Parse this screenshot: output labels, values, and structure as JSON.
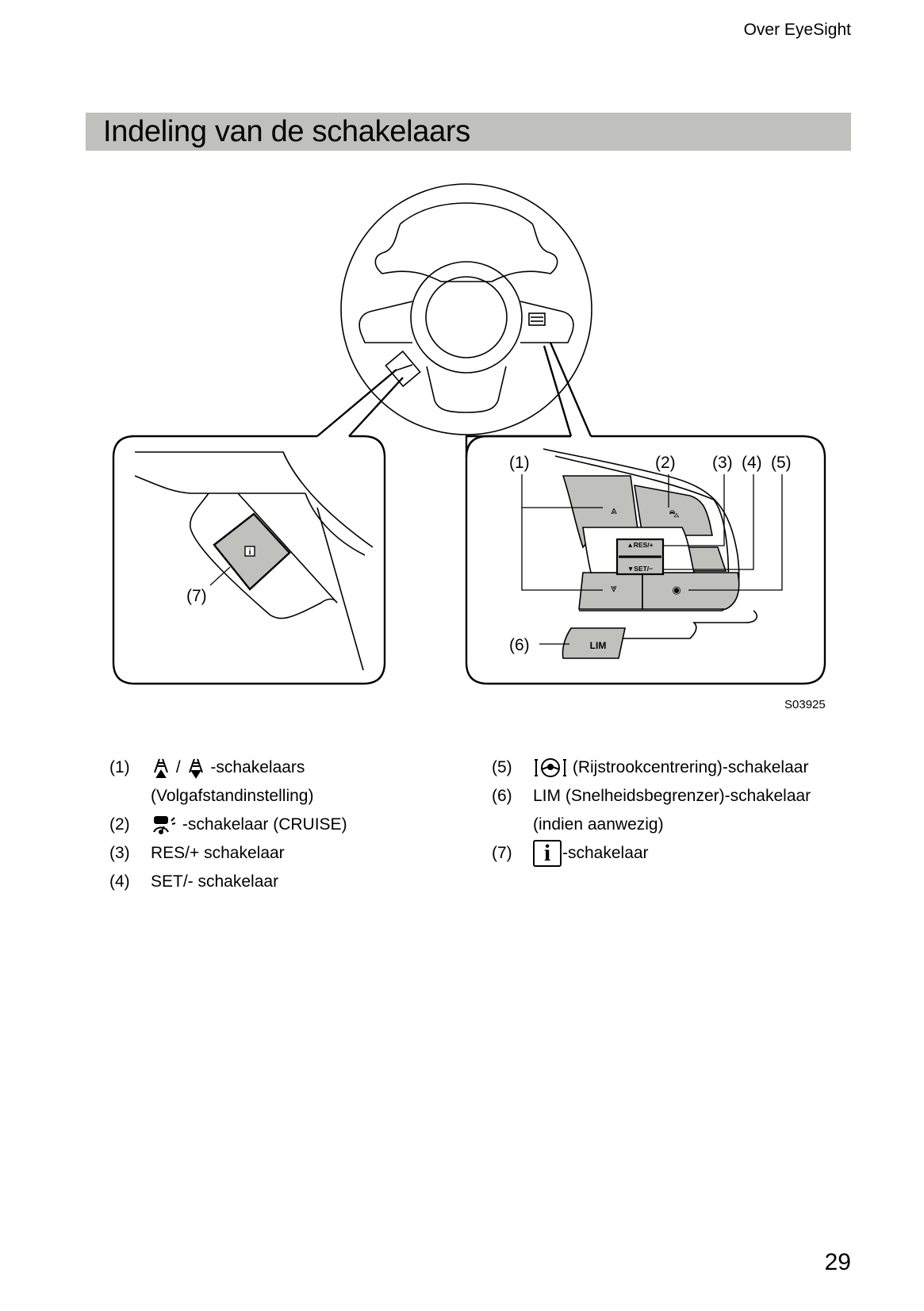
{
  "header": {
    "running_head": "Over EyeSight"
  },
  "section": {
    "title": "Indeling van de schakelaars"
  },
  "figure": {
    "code": "S03925",
    "callouts": {
      "c1": "(1)",
      "c2": "(2)",
      "c3": "(3)",
      "c4": "(4)",
      "c5": "(5)",
      "c6": "(6)",
      "c7": "(7)"
    },
    "button_labels": {
      "res": "▲RES/+",
      "set": "▼SET/−",
      "lim": "LIM"
    },
    "colors": {
      "button_fill": "#c0c0bc",
      "line": "#000000"
    }
  },
  "legend": {
    "items": [
      {
        "num": "(1)",
        "text": "-schakelaars",
        "sep": "/",
        "line2": "(Volgafstandinstelling)",
        "icons": [
          "distance-increase-icon",
          "distance-decrease-icon"
        ]
      },
      {
        "num": "(2)",
        "text": "-schakelaar (CRUISE)",
        "icons": [
          "cruise-icon"
        ]
      },
      {
        "num": "(3)",
        "text": "RES/+ schakelaar"
      },
      {
        "num": "(4)",
        "text": "SET/- schakelaar"
      },
      {
        "num": "(5)",
        "text": "(Rijstrookcentrering)-schakelaar",
        "icons": [
          "lane-centering-icon"
        ]
      },
      {
        "num": "(6)",
        "text": "LIM (Snelheidsbegrenzer)-schakelaar",
        "line2": "(indien aanwezig)"
      },
      {
        "num": "(7)",
        "text": "-schakelaar",
        "icon_glyph": "i",
        "icons": [
          "info-icon"
        ]
      }
    ]
  },
  "footer": {
    "page_number": "29"
  }
}
